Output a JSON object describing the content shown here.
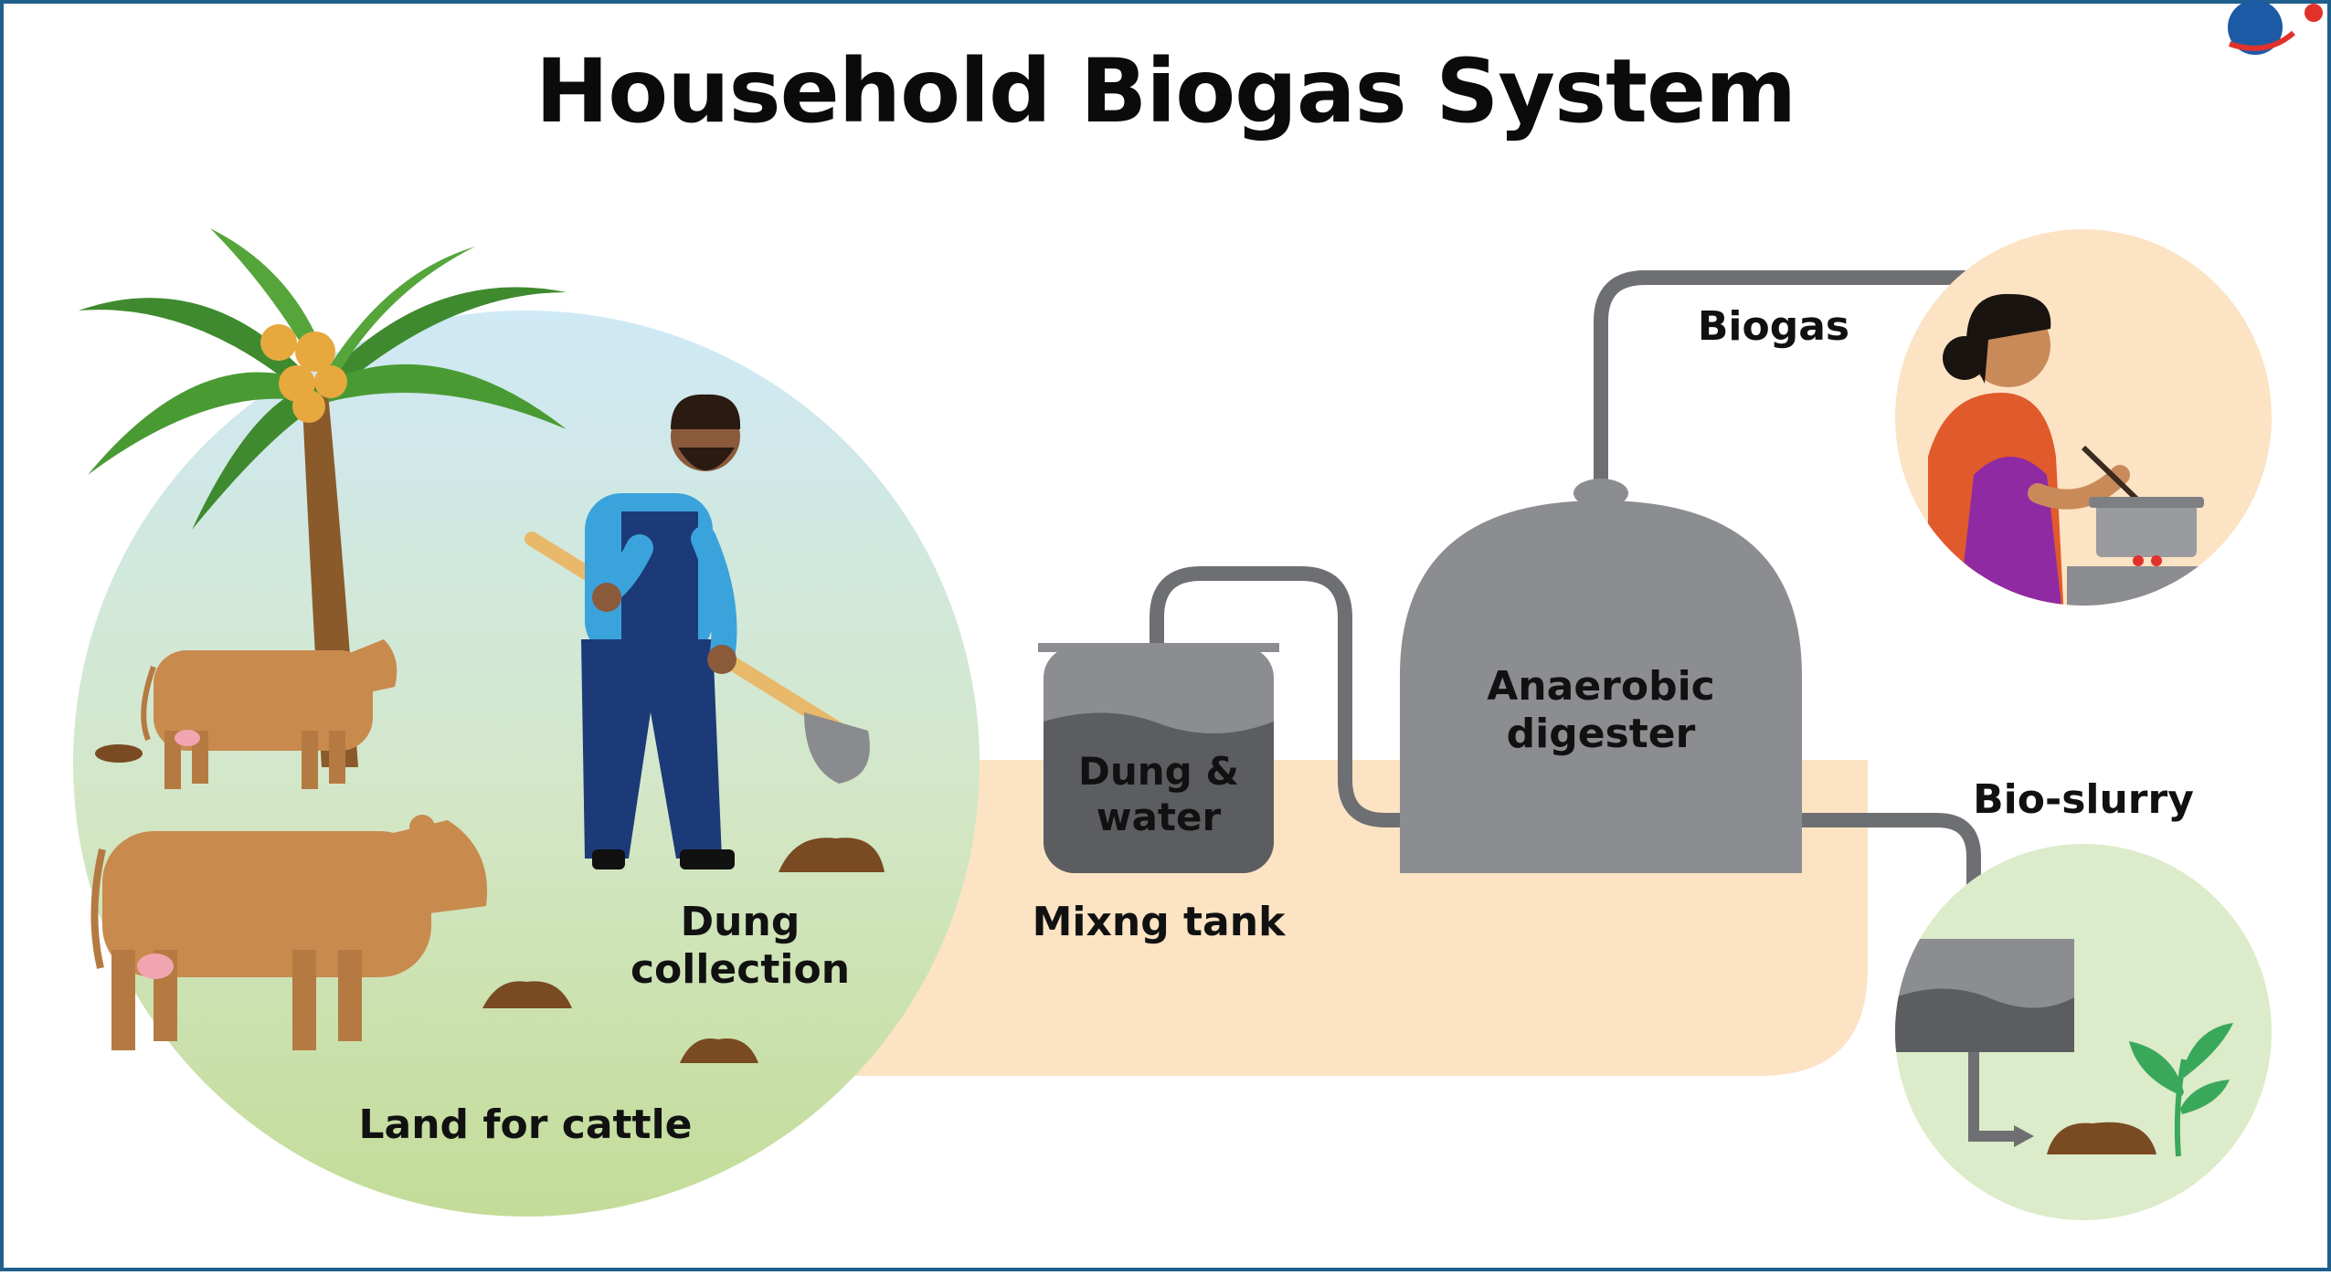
{
  "title": "Household Biogas System",
  "labels": {
    "biogas": "Biogas",
    "anaerobic_line1": "Anaerobic",
    "anaerobic_line2": "digester",
    "dung_water_line1": "Dung &",
    "dung_water_line2": "water",
    "mixing_tank": "Mixng tank",
    "dung_collection_line1": "Dung",
    "dung_collection_line2": "collection",
    "bio_slurry": "Bio-slurry",
    "land_for_cattle": "Land for cattle"
  },
  "colors": {
    "frame": "#1f5f8b",
    "pipe": "#6e6f72",
    "tank_body": "#8c8d90",
    "tank_liquid": "#5c5d60",
    "band": "#fbe3c4",
    "sky": "#cfe9f6",
    "grass": "#c5dea0",
    "cow": "#c98a4e",
    "dung": "#7a4a22",
    "palm_leaf": "#3f8a2e",
    "shirt": "#3aa3dc",
    "overalls": "#1d3a78",
    "sari": "#8f2aa3",
    "plant": "#3aa85a",
    "logo_blue": "#1c5aa6",
    "logo_red": "#e0322b"
  },
  "icons": [
    "palm-tree-icon",
    "cow-icon",
    "farmer-with-shovel-icon",
    "woman-cooking-icon",
    "plant-sprout-icon",
    "logo-icon"
  ]
}
